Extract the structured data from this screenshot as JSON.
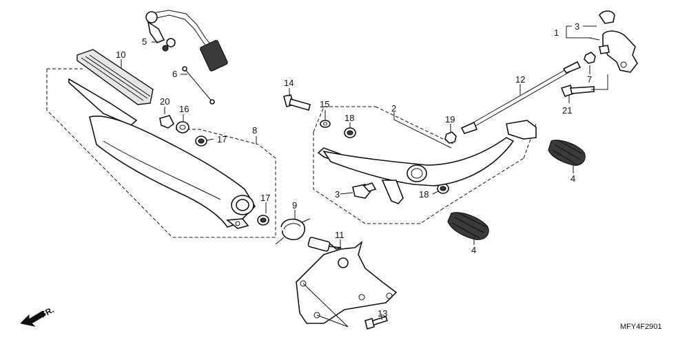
{
  "diagram": {
    "code": "MFY4F2901",
    "direction_label": "FR.",
    "callouts": {
      "c1": "1",
      "c2": "2",
      "c3a": "3",
      "c3b": "3",
      "c4a": "4",
      "c4b": "4",
      "c5": "5",
      "c6": "6",
      "c7": "7",
      "c8": "8",
      "c9": "9",
      "c10": "10",
      "c11": "11",
      "c12": "12",
      "c13": "13",
      "c14": "14",
      "c15": "15",
      "c16": "16",
      "c17a": "17",
      "c17b": "17",
      "c18a": "18",
      "c18b": "18",
      "c19": "19",
      "c20": "20",
      "c21": "21"
    }
  }
}
